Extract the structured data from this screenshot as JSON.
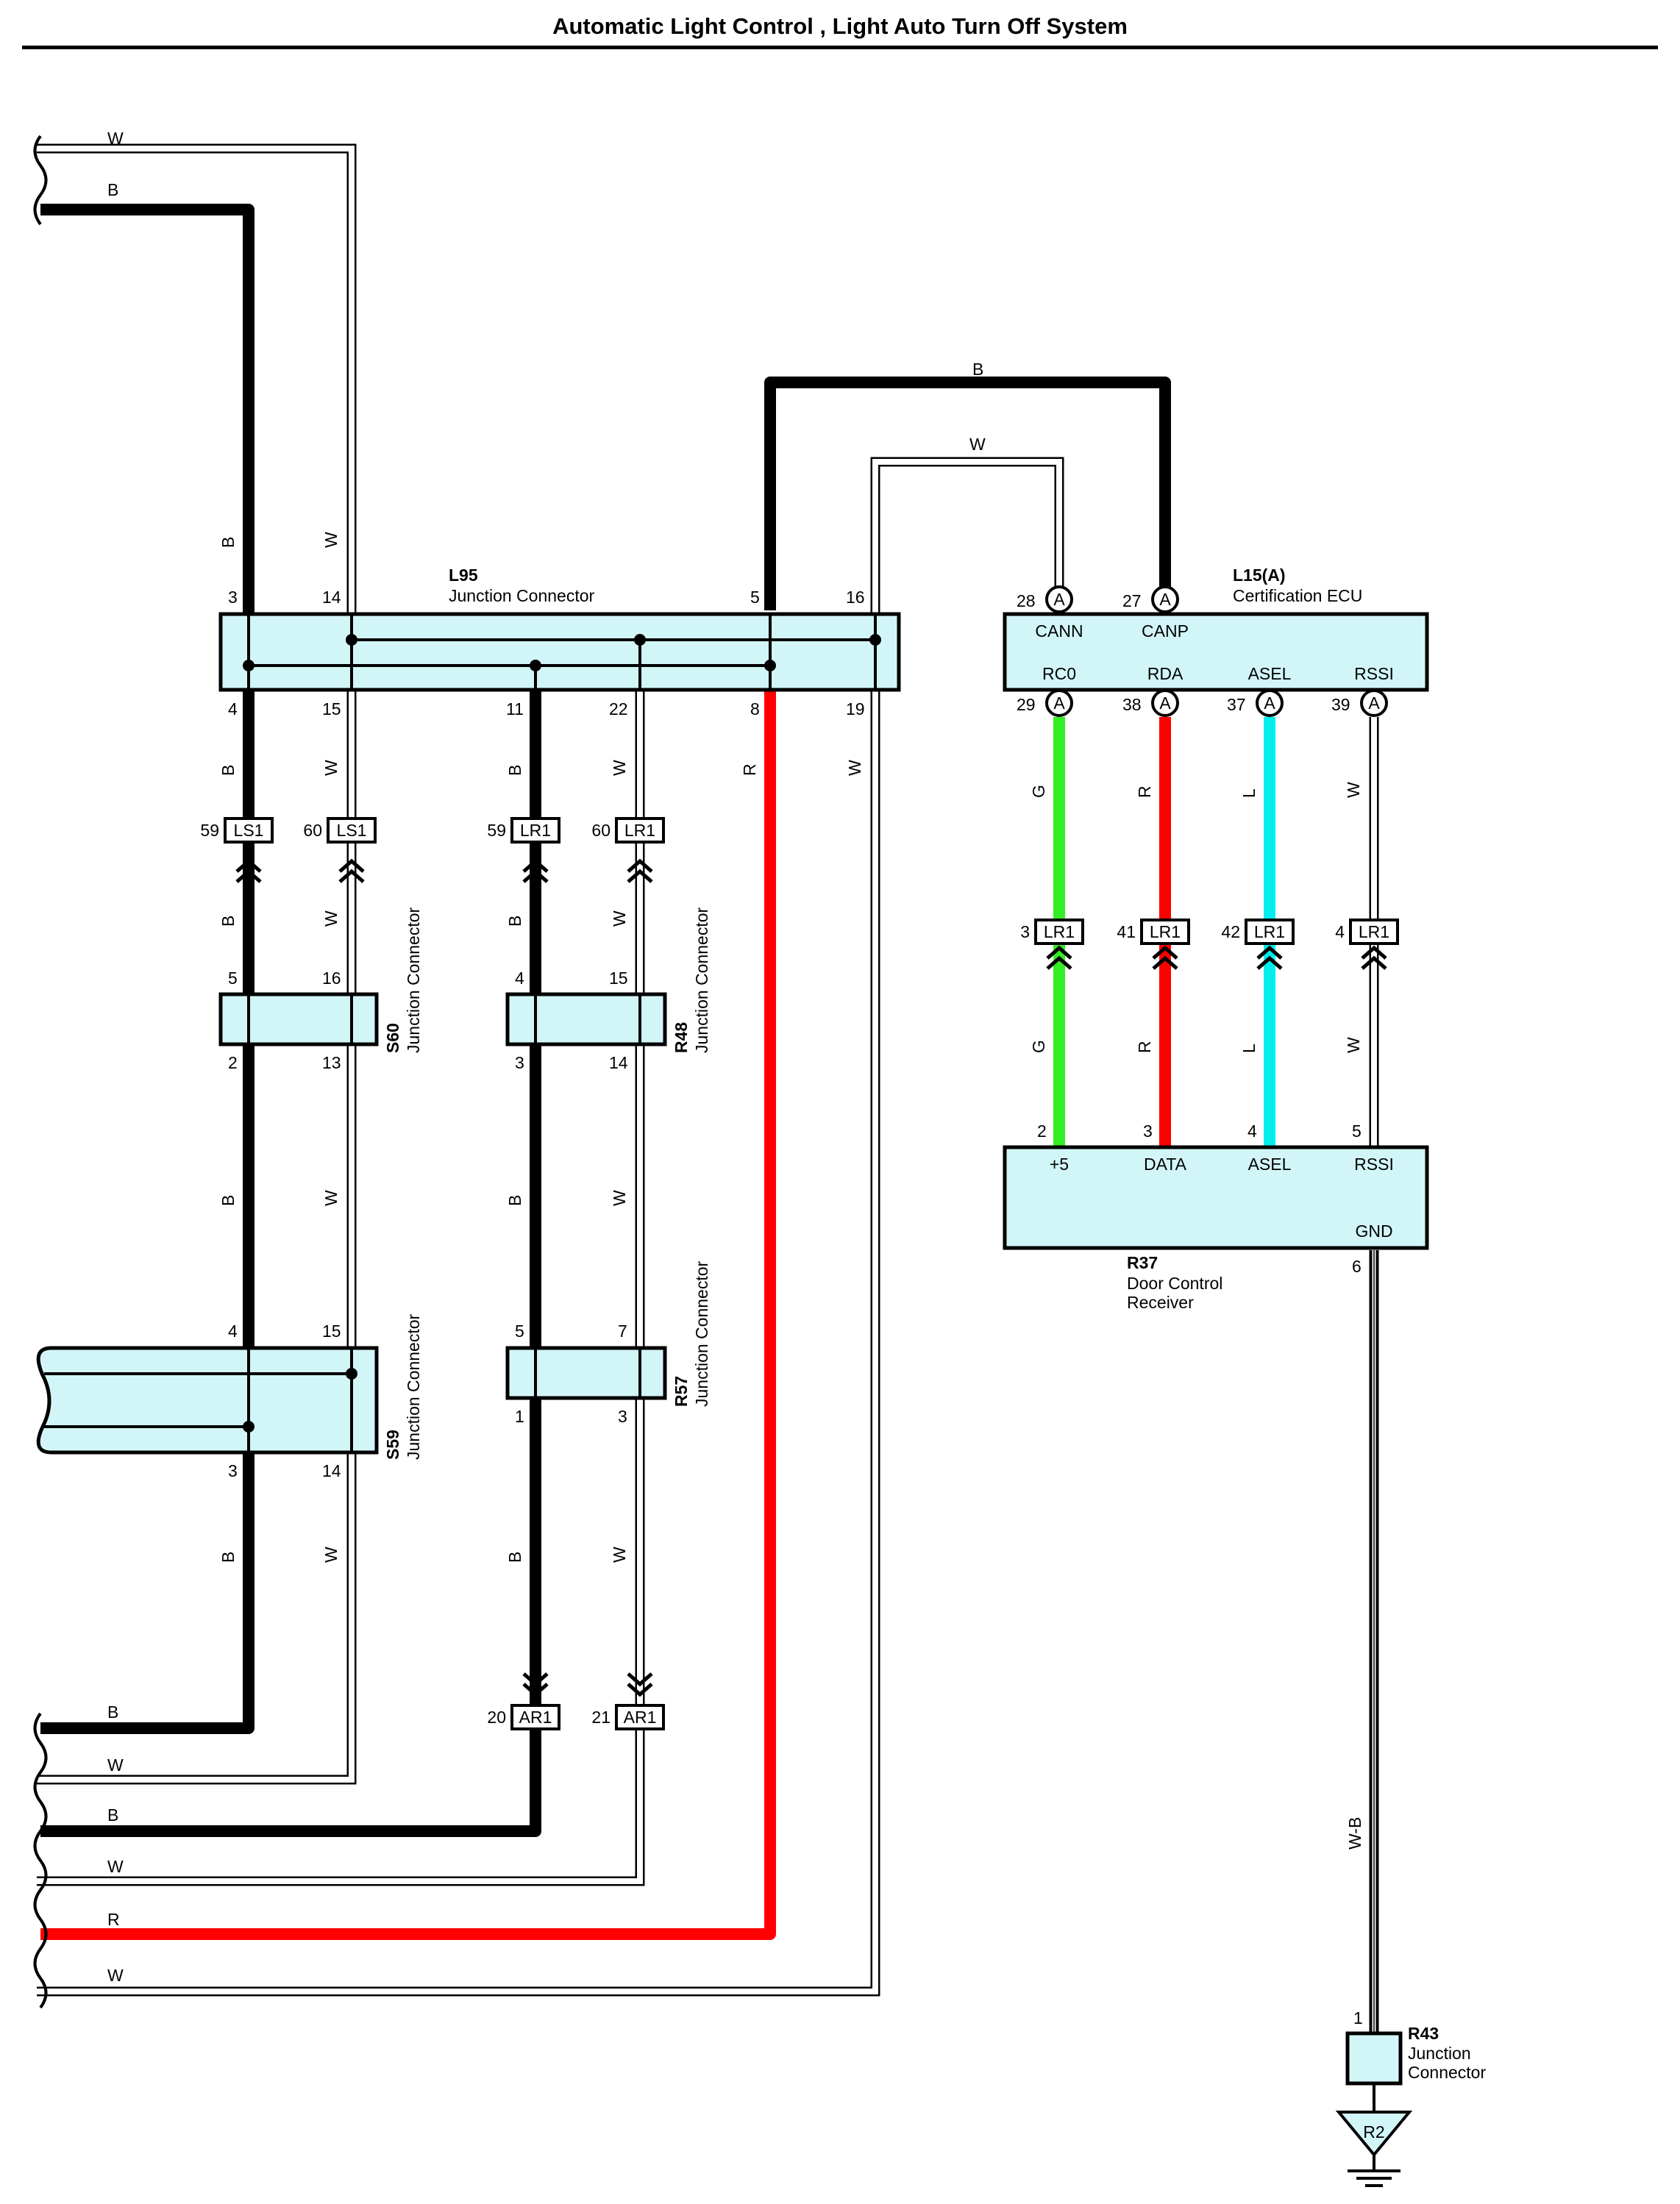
{
  "title": "Automatic Light Control , Light Auto Turn Off System",
  "colors": {
    "black": "#000000",
    "white_wire": "#ffffff",
    "red": "#ff0000",
    "green": "#33ee22",
    "blue": "#00eeee",
    "box_fill": "#d2f6f8"
  },
  "components": {
    "l95": {
      "code": "L95",
      "name": "Junction Connector",
      "pins": {
        "p3": "3",
        "p14": "14",
        "p5": "5",
        "p16": "16",
        "p4": "4",
        "p15": "15",
        "p11": "11",
        "p22": "22",
        "p8": "8",
        "p19": "19"
      }
    },
    "l15": {
      "code": "L15(A)",
      "name": "Certification ECU",
      "pins": {
        "p28": "28",
        "p27": "27",
        "p29": "29",
        "p38": "38",
        "p37": "37",
        "p39": "39"
      },
      "terms": {
        "cann": "CANN",
        "canp": "CANP",
        "rc0": "RC0",
        "rda": "RDA",
        "asel": "ASEL",
        "rssi": "RSSI"
      },
      "badge": "A"
    },
    "r37": {
      "code": "R37",
      "name1": "Door Control",
      "name2": "Receiver",
      "pins": {
        "p2": "2",
        "p3": "3",
        "p4": "4",
        "p5": "5",
        "p6": "6"
      },
      "terms": {
        "plus5": "+5",
        "data": "DATA",
        "asel": "ASEL",
        "rssi": "RSSI",
        "gnd": "GND"
      }
    },
    "s60": {
      "code": "S60",
      "name": "Junction Connector",
      "pins": {
        "p5": "5",
        "p16": "16",
        "p2": "2",
        "p13": "13"
      }
    },
    "r48": {
      "code": "R48",
      "name": "Junction Connector",
      "pins": {
        "p4": "4",
        "p15": "15",
        "p3": "3",
        "p14": "14"
      }
    },
    "s59": {
      "code": "S59",
      "name": "Junction Connector",
      "pins": {
        "p4": "4",
        "p15": "15",
        "p3": "3",
        "p14": "14"
      }
    },
    "r57": {
      "code": "R57",
      "name": "Junction Connector",
      "pins": {
        "p5": "5",
        "p7": "7",
        "p1": "1",
        "p3": "3"
      }
    },
    "r43": {
      "code": "R43",
      "name1": "Junction",
      "name2": "Connector",
      "pin": "1",
      "ground": "R2"
    }
  },
  "connectors": {
    "ls1_59": {
      "pin": "59",
      "code": "LS1"
    },
    "ls1_60": {
      "pin": "60",
      "code": "LS1"
    },
    "lr1_59": {
      "pin": "59",
      "code": "LR1"
    },
    "lr1_60": {
      "pin": "60",
      "code": "LR1"
    },
    "lr1_3": {
      "pin": "3",
      "code": "LR1"
    },
    "lr1_41": {
      "pin": "41",
      "code": "LR1"
    },
    "lr1_42": {
      "pin": "42",
      "code": "LR1"
    },
    "lr1_4": {
      "pin": "4",
      "code": "LR1"
    },
    "ar1_20": {
      "pin": "20",
      "code": "AR1"
    },
    "ar1_21": {
      "pin": "21",
      "code": "AR1"
    }
  },
  "wires": {
    "b": "B",
    "w": "W",
    "r": "R",
    "g": "G",
    "l": "L",
    "wb": "W-B"
  }
}
